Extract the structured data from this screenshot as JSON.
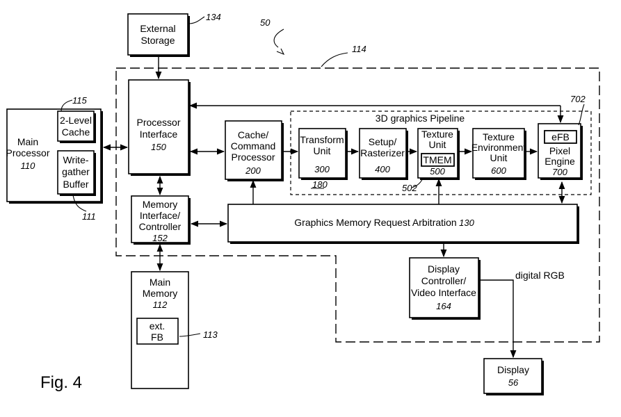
{
  "figure": {
    "label": "Fig. 4",
    "ref": "50"
  },
  "system_ref": "114",
  "pipeline": {
    "title": "3D graphics Pipeline",
    "ref": "180"
  },
  "blocks": {
    "external_storage": {
      "lines": [
        "External",
        "Storage"
      ],
      "ref": "134"
    },
    "main_processor": {
      "lines": [
        "Main",
        "Processor"
      ],
      "num": "110"
    },
    "cache2": {
      "lines": [
        "2-Level",
        "Cache"
      ],
      "ref": "115"
    },
    "write_gather": {
      "lines": [
        "Write-",
        "gather",
        "Buffer"
      ],
      "ref": "111"
    },
    "processor_interface": {
      "lines": [
        "Processor",
        "Interface"
      ],
      "num": "150"
    },
    "memory_interface": {
      "lines": [
        "Memory",
        "Interface/",
        "Controller"
      ],
      "num": "152"
    },
    "cache_command": {
      "lines": [
        "Cache/",
        "Command",
        "Processor"
      ],
      "num": "200"
    },
    "transform": {
      "lines": [
        "Transform",
        "Unit"
      ],
      "num": "300"
    },
    "setup": {
      "lines": [
        "Setup/",
        "Rasterizer"
      ],
      "num": "400"
    },
    "texture_unit": {
      "lines": [
        "Texture",
        "Unit"
      ],
      "num": "500",
      "ref": "502"
    },
    "tmem": {
      "label": "TMEM"
    },
    "texture_env": {
      "lines": [
        "Texture",
        "Environment",
        "Unit"
      ],
      "num": "600"
    },
    "pixel_engine": {
      "lines": [
        "Pixel",
        "Engine"
      ],
      "num": "700",
      "ref": "702"
    },
    "efb": {
      "label": "eFB"
    },
    "arbitration": {
      "label": "Graphics Memory Request Arbitration",
      "num": "130"
    },
    "display_controller": {
      "lines": [
        "Display",
        "Controller/",
        "Video Interface"
      ],
      "num": "164"
    },
    "main_memory": {
      "lines": [
        "Main",
        "Memory"
      ],
      "num": "112"
    },
    "ext_fb": {
      "lines": [
        "ext.",
        "FB"
      ],
      "ref": "113"
    },
    "display": {
      "lines": [
        "Display"
      ],
      "num": "56"
    }
  },
  "signal": {
    "digital_rgb": "digital RGB"
  }
}
